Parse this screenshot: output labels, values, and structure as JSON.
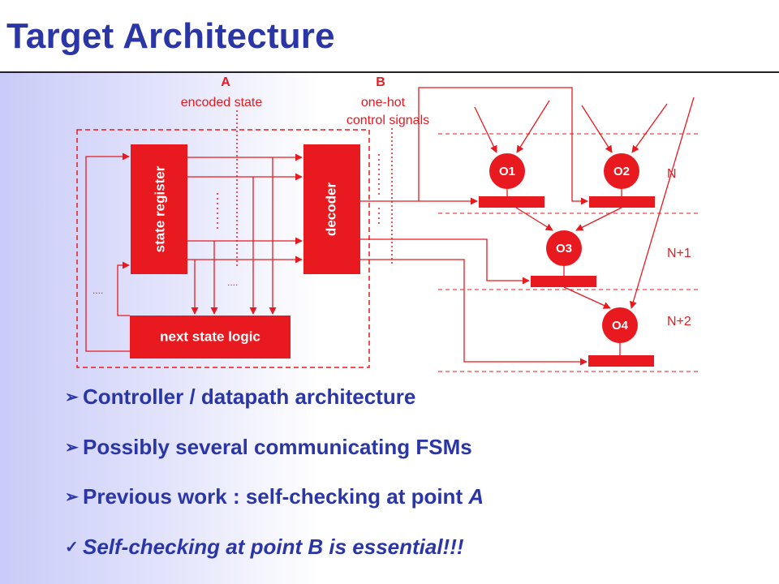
{
  "slide": {
    "title": "Target Architecture"
  },
  "diagram": {
    "point_a": {
      "letter": "A",
      "label": "encoded state"
    },
    "point_b": {
      "letter": "B",
      "label_line1": "one-hot",
      "label_line2": "control signals"
    },
    "blocks": {
      "state_register": "state register",
      "decoder": "decoder",
      "next_state_logic": "next state logic"
    },
    "dots": "....",
    "operators": [
      "O1",
      "O2",
      "O3",
      "O4"
    ],
    "levels": [
      "N",
      "N+1",
      "N+2"
    ],
    "colors": {
      "diagram_red": "#e8191f",
      "title_blue": "#2a35a6",
      "white": "#ffffff"
    }
  },
  "bullets": [
    {
      "marker": "➢",
      "text": "Controller / datapath architecture"
    },
    {
      "marker": "➢",
      "text": "Possibly several communicating FSMs"
    },
    {
      "marker": "➢",
      "text_before": "Previous work : self-checking at point ",
      "text_italic": "A"
    },
    {
      "marker": "✓",
      "text": "Self-checking at point B is essential!!!"
    }
  ]
}
